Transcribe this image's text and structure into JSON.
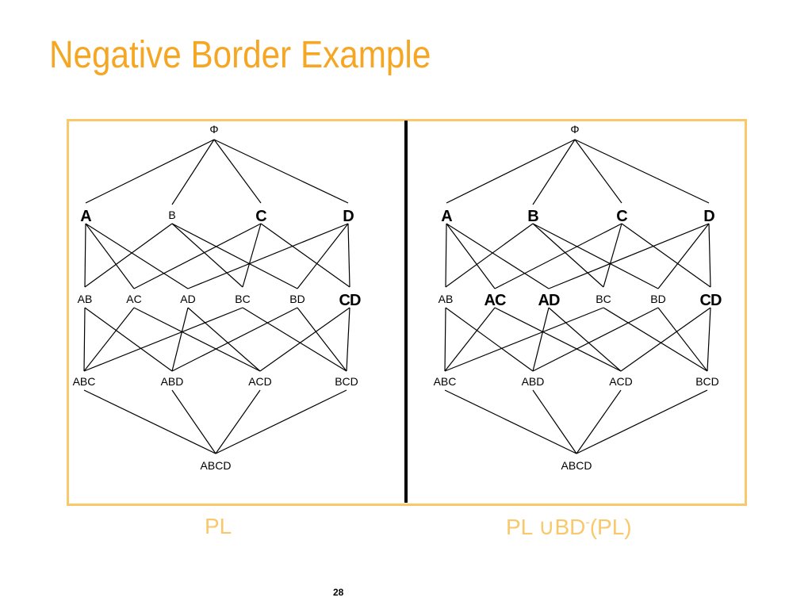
{
  "slide": {
    "title": "Negative Border Example",
    "page_number": "28"
  },
  "captions": {
    "left": "PL",
    "right_main": "PL ∪BD",
    "right_sup": "-",
    "right_tail": "(PL)"
  },
  "colors": {
    "title": "#f5a623",
    "frame": "#f8c86a",
    "caption": "#f8c86a",
    "divider": "#000000"
  },
  "lattice": {
    "nodes": [
      {
        "id": "phi",
        "label": "Φ"
      },
      {
        "id": "A",
        "label": "A"
      },
      {
        "id": "B",
        "label": "B"
      },
      {
        "id": "C",
        "label": "C"
      },
      {
        "id": "D",
        "label": "D"
      },
      {
        "id": "AB",
        "label": "AB"
      },
      {
        "id": "AC",
        "label": "AC"
      },
      {
        "id": "AD",
        "label": "AD"
      },
      {
        "id": "BC",
        "label": "BC"
      },
      {
        "id": "BD",
        "label": "BD"
      },
      {
        "id": "CD",
        "label": "CD"
      },
      {
        "id": "ABC",
        "label": "ABC"
      },
      {
        "id": "ABD",
        "label": "ABD"
      },
      {
        "id": "ACD",
        "label": "ACD"
      },
      {
        "id": "BCD",
        "label": "BCD"
      },
      {
        "id": "ABCD",
        "label": "ABCD"
      }
    ],
    "edges": [
      [
        "phi",
        "A"
      ],
      [
        "phi",
        "B"
      ],
      [
        "phi",
        "C"
      ],
      [
        "phi",
        "D"
      ],
      [
        "A",
        "AB"
      ],
      [
        "A",
        "AC"
      ],
      [
        "A",
        "AD"
      ],
      [
        "B",
        "AB"
      ],
      [
        "B",
        "BC"
      ],
      [
        "B",
        "BD"
      ],
      [
        "C",
        "AC"
      ],
      [
        "C",
        "BC"
      ],
      [
        "C",
        "CD"
      ],
      [
        "D",
        "AD"
      ],
      [
        "D",
        "BD"
      ],
      [
        "D",
        "CD"
      ],
      [
        "AB",
        "ABC"
      ],
      [
        "AB",
        "ABD"
      ],
      [
        "AC",
        "ABC"
      ],
      [
        "AC",
        "ACD"
      ],
      [
        "AD",
        "ABD"
      ],
      [
        "AD",
        "ACD"
      ],
      [
        "BC",
        "ABC"
      ],
      [
        "BC",
        "BCD"
      ],
      [
        "BD",
        "ABD"
      ],
      [
        "BD",
        "BCD"
      ],
      [
        "CD",
        "ACD"
      ],
      [
        "CD",
        "BCD"
      ],
      [
        "ABC",
        "ABCD"
      ],
      [
        "ABD",
        "ABCD"
      ],
      [
        "ACD",
        "ABCD"
      ],
      [
        "BCD",
        "ABCD"
      ]
    ],
    "left_bold": [
      "A",
      "C",
      "D",
      "CD"
    ],
    "right_bold": [
      "A",
      "B",
      "C",
      "D",
      "AC",
      "AD",
      "CD"
    ]
  }
}
